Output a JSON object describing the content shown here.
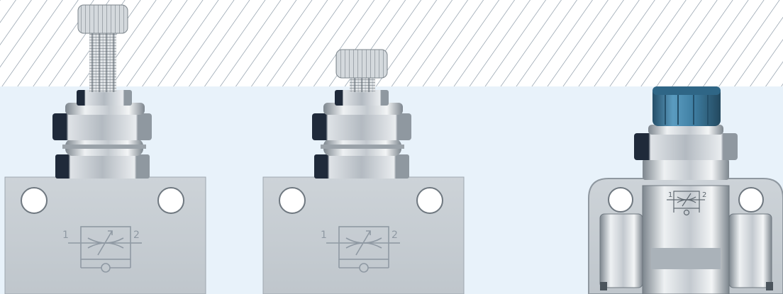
{
  "scene": {
    "background": "#e8f2fa",
    "hatch_band": {
      "background": "#ffffff",
      "line_color": "#7a8a99"
    },
    "colors": {
      "body": "#c6cdd3",
      "body_edge": "#9ea7af",
      "steel_light": "#eef1f3",
      "steel_mid": "#b7bec5",
      "steel_dark": "#6f7880",
      "nut_shadow": "#1f2a3a",
      "blue_cap": "#3f7fa3",
      "symbol_line": "#8f99a3"
    }
  },
  "valves": [
    {
      "name": "flow-control-valve-tall-screw",
      "symbol": {
        "port_in": "1",
        "port_out": "2"
      }
    },
    {
      "name": "flow-control-valve-short-screw",
      "symbol": {
        "port_in": "1",
        "port_out": "2"
      }
    },
    {
      "name": "flow-control-valve-blue-cap-cutaway",
      "symbol": {
        "port_in": "1",
        "port_out": "2"
      }
    }
  ]
}
